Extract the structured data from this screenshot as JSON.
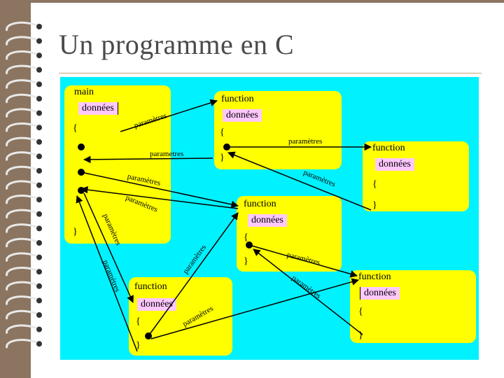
{
  "title": "Un programme en C",
  "main": {
    "label": "main",
    "data": "données",
    "open": "{",
    "close": "}"
  },
  "func1": {
    "label": "function",
    "data": "données",
    "open": "{",
    "close": "}"
  },
  "func2": {
    "label": "function",
    "data": "données",
    "open": "{",
    "close": "}"
  },
  "func3": {
    "label": "function",
    "data": "données",
    "open": "{",
    "close": "}"
  },
  "func4": {
    "label": "function",
    "data": "données",
    "open": "{",
    "close": "}"
  },
  "func5": {
    "label": "function",
    "data": "données",
    "open": "{",
    "close": "}"
  },
  "params": {
    "p1": "paramètres",
    "p2": "parametres",
    "p3": "paramètres",
    "p4": "paramètres",
    "p5": "paramètres",
    "p6": "paramètres",
    "p7": "paramètres",
    "p8": "paramètres",
    "p9": "paramètres",
    "p10": "paramètres",
    "p11": "paramètres",
    "p12": "paramètres"
  },
  "colors": {
    "panel": "#00f2ff",
    "box": "#ffff00",
    "data_bg": "#ffc8ff"
  }
}
